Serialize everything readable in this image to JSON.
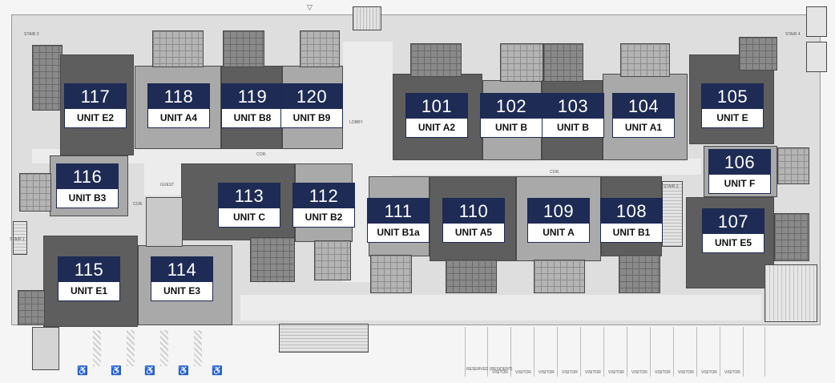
{
  "units": [
    {
      "number": "117",
      "name": "UNIT E2"
    },
    {
      "number": "118",
      "name": "UNIT A4"
    },
    {
      "number": "119",
      "name": "UNIT B8"
    },
    {
      "number": "120",
      "name": "UNIT B9"
    },
    {
      "number": "101",
      "name": "UNIT A2"
    },
    {
      "number": "102",
      "name": "UNIT B"
    },
    {
      "number": "103",
      "name": "UNIT B"
    },
    {
      "number": "104",
      "name": "UNIT A1"
    },
    {
      "number": "105",
      "name": "UNIT E"
    },
    {
      "number": "106",
      "name": "UNIT F"
    },
    {
      "number": "116",
      "name": "UNIT B3"
    },
    {
      "number": "113",
      "name": "UNIT C"
    },
    {
      "number": "112",
      "name": "UNIT B2"
    },
    {
      "number": "111",
      "name": "UNIT B1a"
    },
    {
      "number": "110",
      "name": "UNIT A5"
    },
    {
      "number": "109",
      "name": "UNIT A"
    },
    {
      "number": "108",
      "name": "UNIT B1"
    },
    {
      "number": "107",
      "name": "UNIT E5"
    },
    {
      "number": "115",
      "name": "UNIT E1"
    },
    {
      "number": "114",
      "name": "UNIT E3"
    }
  ],
  "annotations": {
    "stair3": "STAIR 3",
    "stair4": "STAIR 4",
    "stair2": "STAIR 2",
    "stair1": "STAIR 1",
    "lobby": "LOBBY",
    "guest": "GUEST",
    "cor_left": "COR.",
    "cor_right": "COR.",
    "cor_side": "COR.",
    "reserved": "RESERVED (RESIDENT)",
    "visitor": "VISITOR"
  },
  "colors": {
    "label_bg": "#1e2b55",
    "label_text": "#ffffff"
  }
}
